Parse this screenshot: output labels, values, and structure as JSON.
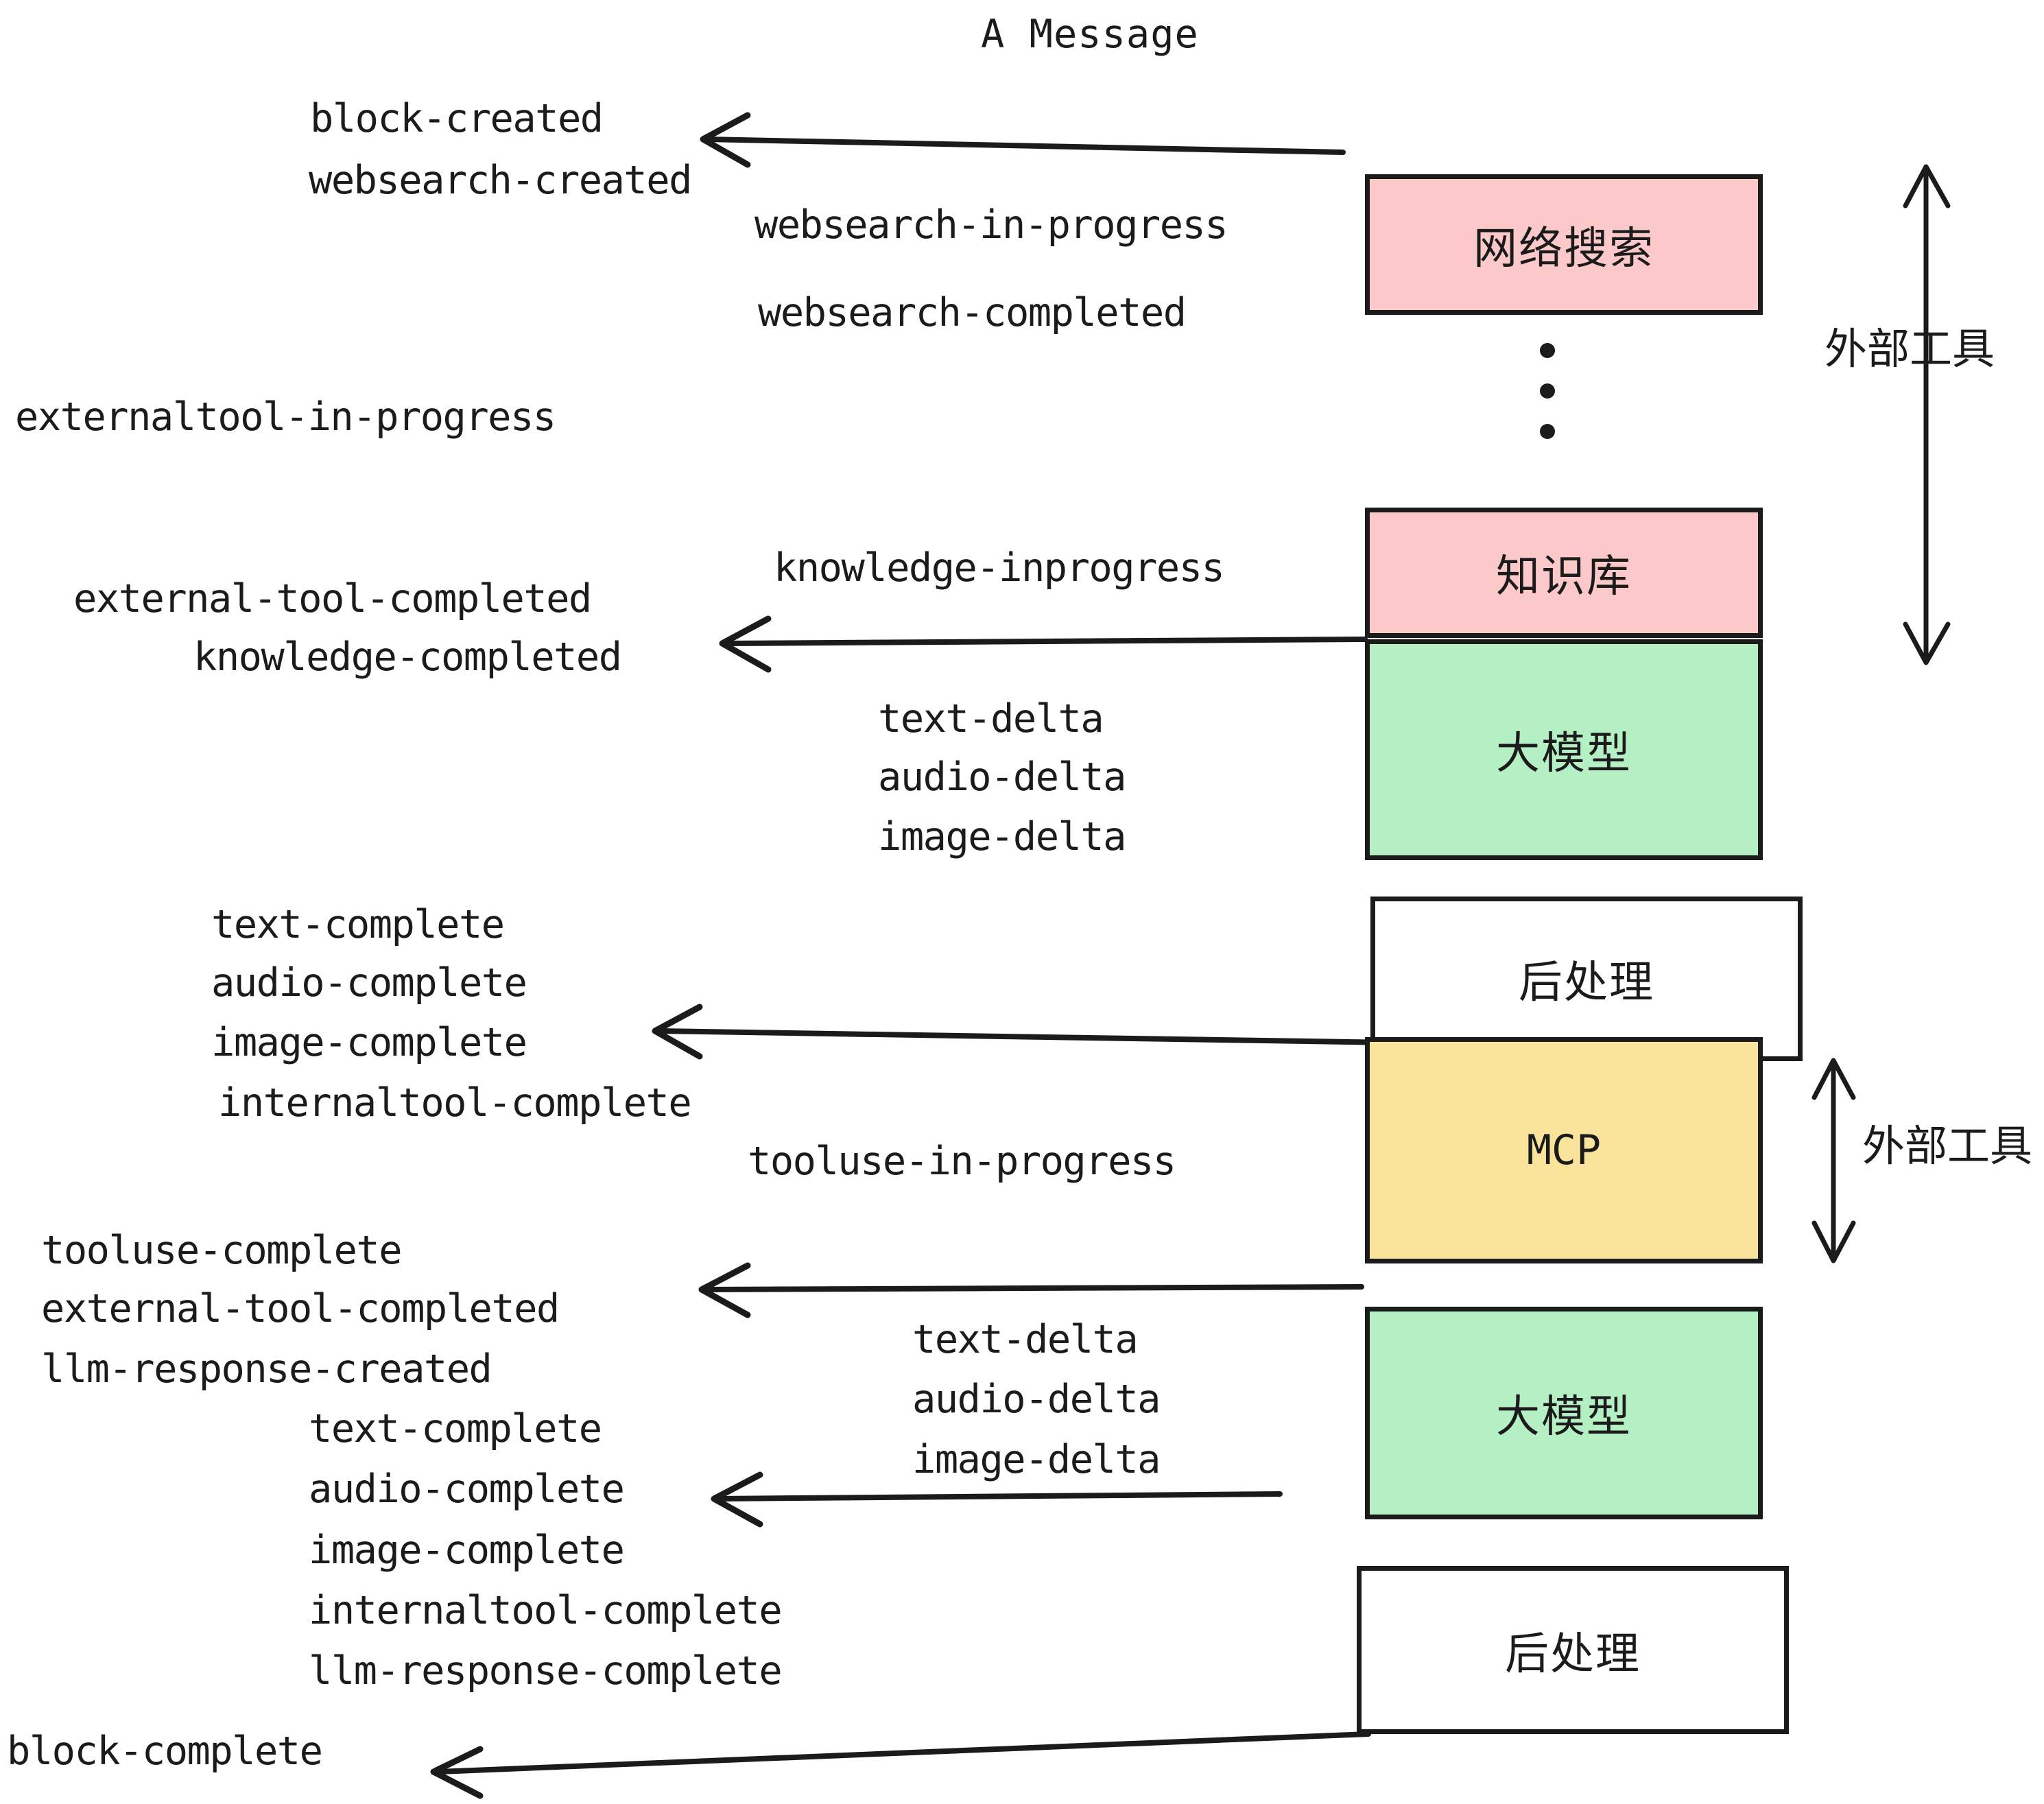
{
  "title": "A Message",
  "colors": {
    "stroke": "#1b1b1b",
    "pink": "#fbc9c9",
    "green": "#b5efc4",
    "yellow": "#fae39b",
    "white": "#ffffff",
    "text": "#1b1b1b"
  },
  "boxes": [
    {
      "id": "websearch",
      "label": "网络搜索",
      "fill": "#fbc9c9",
      "script": "cjk"
    },
    {
      "id": "knowledge",
      "label": "知识库",
      "fill": "#fbc9c9",
      "script": "cjk"
    },
    {
      "id": "llm-top",
      "label": "大模型",
      "fill": "#b5efc4",
      "script": "cjk"
    },
    {
      "id": "postprocess-top",
      "label": "后处理",
      "fill": "#ffffff",
      "script": "cjk"
    },
    {
      "id": "mcp",
      "label": "MCP",
      "fill": "#fae39b",
      "script": "latin"
    },
    {
      "id": "llm-bottom",
      "label": "大模型",
      "fill": "#b5efc4",
      "script": "cjk"
    },
    {
      "id": "postprocess-bottom",
      "label": "后处理",
      "fill": "#ffffff",
      "script": "cjk"
    }
  ],
  "side_labels": [
    {
      "id": "external-tools-upper",
      "label": "外部工具"
    },
    {
      "id": "external-tools-lower",
      "label": "外部工具"
    }
  ],
  "events": [
    {
      "id": "block-created",
      "text": "block-created"
    },
    {
      "id": "websearch-created",
      "text": "websearch-created"
    },
    {
      "id": "websearch-in-progress",
      "text": "websearch-in-progress"
    },
    {
      "id": "websearch-completed",
      "text": "websearch-completed"
    },
    {
      "id": "externaltool-in-progress",
      "text": "externaltool-in-progress"
    },
    {
      "id": "knowledge-inprogress",
      "text": "knowledge-inprogress"
    },
    {
      "id": "external-tool-completed-1",
      "text": "external-tool-completed"
    },
    {
      "id": "knowledge-completed",
      "text": "knowledge-completed"
    },
    {
      "id": "text-delta-1",
      "text": "text-delta"
    },
    {
      "id": "audio-delta-1",
      "text": "audio-delta"
    },
    {
      "id": "image-delta-1",
      "text": "image-delta"
    },
    {
      "id": "text-complete-1",
      "text": "text-complete"
    },
    {
      "id": "audio-complete-1",
      "text": "audio-complete"
    },
    {
      "id": "image-complete-1",
      "text": "image-complete"
    },
    {
      "id": "internaltool-complete-1",
      "text": "internaltool-complete"
    },
    {
      "id": "tooluse-in-progress",
      "text": "tooluse-in-progress"
    },
    {
      "id": "tooluse-complete",
      "text": "tooluse-complete"
    },
    {
      "id": "external-tool-completed-2",
      "text": "external-tool-completed"
    },
    {
      "id": "llm-response-created",
      "text": "llm-response-created"
    },
    {
      "id": "text-delta-2",
      "text": "text-delta"
    },
    {
      "id": "audio-delta-2",
      "text": "audio-delta"
    },
    {
      "id": "image-delta-2",
      "text": "image-delta"
    },
    {
      "id": "text-complete-2",
      "text": "text-complete"
    },
    {
      "id": "audio-complete-2",
      "text": "audio-complete"
    },
    {
      "id": "image-complete-2",
      "text": "image-complete"
    },
    {
      "id": "internaltool-complete-2",
      "text": "internaltool-complete"
    },
    {
      "id": "llm-response-complete",
      "text": "llm-response-complete"
    },
    {
      "id": "block-complete",
      "text": "block-complete"
    }
  ]
}
